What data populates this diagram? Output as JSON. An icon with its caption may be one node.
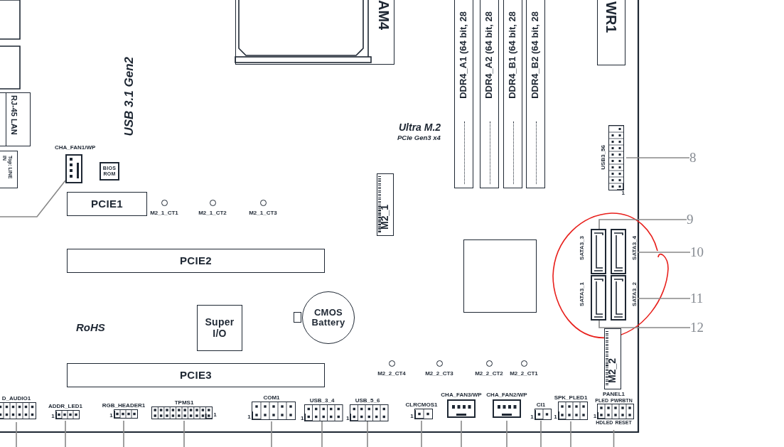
{
  "diagram": {
    "nodes": [
      {
        "text": [
          "AM4"
        ]
      },
      {
        "text": [
          "WR1"
        ]
      },
      {
        "text": [
          "DDR4_A1 (64 bit, 28"
        ]
      },
      {
        "text": [
          "DDR4_A2 (64 bit, 28"
        ]
      },
      {
        "text": [
          "DDR4_B1 (64 bit, 28"
        ]
      },
      {
        "text": [
          "DDR4_B2 (64 bit, 28"
        ]
      },
      {
        "text": [
          "RJ-45 LAN"
        ]
      },
      {
        "text": [
          "Top: LINE IN"
        ]
      },
      {
        "text": [
          "CHA_FAN1/WP"
        ]
      },
      {
        "text": [
          "BIOS ROM"
        ]
      },
      {
        "text": [
          "PCIE1"
        ]
      },
      {
        "text": [
          "M2_1_CT1"
        ]
      },
      {
        "text": [
          "M2_1_CT2"
        ]
      },
      {
        "text": [
          "M2_1_CT3"
        ]
      },
      {
        "text": [
          "M2_1"
        ]
      },
      {
        "text": [
          "USB3_56"
        ],
        "beside": [
          "1"
        ]
      },
      {
        "text": [
          "8"
        ]
      },
      {
        "text": [
          "PCIE2"
        ]
      },
      {
        "text": [],
        "shape": "box"
      },
      {
        "text": [
          "SATA3_3"
        ]
      },
      {
        "text": [
          "SATA3_4"
        ]
      },
      {
        "text": [
          "SATA3_1"
        ]
      },
      {
        "text": [
          "SATA3_2"
        ]
      },
      {
        "text": [
          "9"
        ]
      },
      {
        "text": [
          "10"
        ]
      },
      {
        "text": [
          "11"
        ]
      },
      {
        "text": [
          "12"
        ]
      },
      {
        "text": [
          "Super I/O"
        ]
      },
      {
        "text": [
          "CMOS Battery"
        ]
      },
      {
        "text": [
          "PCIE3"
        ]
      },
      {
        "text": [
          "M2_2_CT4"
        ]
      },
      {
        "text": [
          "M2_2_CT3"
        ]
      },
      {
        "text": [
          "M2_2_CT2"
        ]
      },
      {
        "text": [
          "M2_2_CT1"
        ]
      },
      {
        "text": [
          "M2_2"
        ]
      },
      {
        "text": [
          "D_AUDIO1"
        ]
      },
      {
        "text": [
          "ADDR_LED1"
        ],
        "beside": [
          "1"
        ]
      },
      {
        "text": [
          "RGB_HEADER1"
        ],
        "beside": [
          "1"
        ]
      },
      {
        "text": [
          "TPMS1"
        ],
        "beside": [
          "1"
        ]
      },
      {
        "text": [
          "COM1"
        ],
        "beside": [
          "1"
        ]
      },
      {
        "text": [
          "USB_3_4"
        ],
        "beside": [
          "1"
        ]
      },
      {
        "text": [
          "USB_5_6"
        ],
        "beside": [
          "1"
        ]
      },
      {
        "text": [
          "CLRCMOS1"
        ],
        "beside": [
          "1"
        ]
      },
      {
        "text": [
          "CHA_FAN3/WP"
        ]
      },
      {
        "text": [
          "CHA_FAN2/WP"
        ]
      },
      {
        "text": [
          "CI1"
        ],
        "beside": [
          "1"
        ]
      },
      {
        "text": [
          "SPK_PLED1"
        ],
        "beside": [
          "1"
        ]
      },
      {
        "text": [
          "PANEL1",
          "PLED",
          "PWRBTN",
          "HDLED",
          "RESET"
        ],
        "beside": [
          "1"
        ]
      }
    ],
    "edges": [
      {
        "from": 16,
        "to": 15,
        "arrow": "none"
      },
      {
        "from": 23,
        "to": 19,
        "arrow": "none"
      },
      {
        "from": 24,
        "to": 20,
        "arrow": "none"
      },
      {
        "from": 25,
        "to": 22,
        "arrow": "none"
      },
      {
        "from": 26,
        "to": 21,
        "arrow": "none"
      },
      {
        "from": 8,
        "to": null,
        "arrow": "none"
      },
      {
        "from": 35,
        "to": null,
        "arrow": "none"
      },
      {
        "from": 36,
        "to": null,
        "arrow": "none"
      },
      {
        "from": 37,
        "to": null,
        "arrow": "none"
      },
      {
        "from": 38,
        "to": null,
        "arrow": "none"
      },
      {
        "from": 39,
        "to": null,
        "arrow": "none"
      },
      {
        "from": 40,
        "to": null,
        "arrow": "none"
      },
      {
        "from": 41,
        "to": null,
        "arrow": "none"
      },
      {
        "from": 42,
        "to": null,
        "arrow": "none"
      },
      {
        "from": 43,
        "to": null,
        "arrow": "none"
      },
      {
        "from": 44,
        "to": null,
        "arrow": "none"
      },
      {
        "from": 45,
        "to": null,
        "arrow": "none"
      },
      {
        "from": 46,
        "to": null,
        "arrow": "none"
      },
      {
        "from": 47,
        "to": null,
        "arrow": "none"
      }
    ],
    "labels": [
      "USB 3.1 Gen2",
      "Ultra M.2",
      "PCIe Gen3 x4",
      "RoHS"
    ]
  }
}
